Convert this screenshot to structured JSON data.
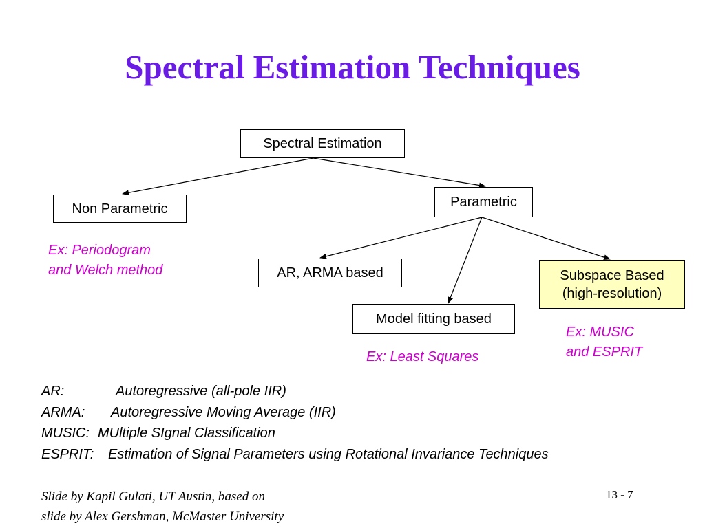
{
  "title": "Spectral Estimation Techniques",
  "nodes": {
    "root": "Spectral Estimation",
    "non_parametric": "Non Parametric",
    "parametric": "Parametric",
    "ar_arma": "AR, ARMA based",
    "model_fitting": "Model fitting based",
    "subspace_line1": "Subspace Based",
    "subspace_line2": "(high-resolution)"
  },
  "examples": {
    "non_parametric": [
      "Ex:  Periodogram",
      "and Welch method"
    ],
    "model_fitting": "Ex: Least Squares",
    "subspace": [
      "Ex: MUSIC",
      "and ESPRIT"
    ]
  },
  "glossary": [
    {
      "term": "AR:",
      "definition": "Autoregressive (all-pole IIR)"
    },
    {
      "term": "ARMA:",
      "definition": "Autoregressive Moving Average (IIR)"
    },
    {
      "term": "MUSIC:",
      "definition": "MUltiple SIgnal Classification"
    },
    {
      "term": "ESPRIT:",
      "definition": "Estimation of Signal Parameters using Rotational Invariance Techniques"
    }
  ],
  "footer": {
    "line1": "Slide by Kapil Gulati, UT Austin, based on",
    "line2": "slide by Alex Gershman, McMaster University"
  },
  "page_number": "13 - 7",
  "colors": {
    "title": "#6a1be6",
    "example_text": "#cc00cc",
    "highlight_box": "#ffffc0"
  }
}
